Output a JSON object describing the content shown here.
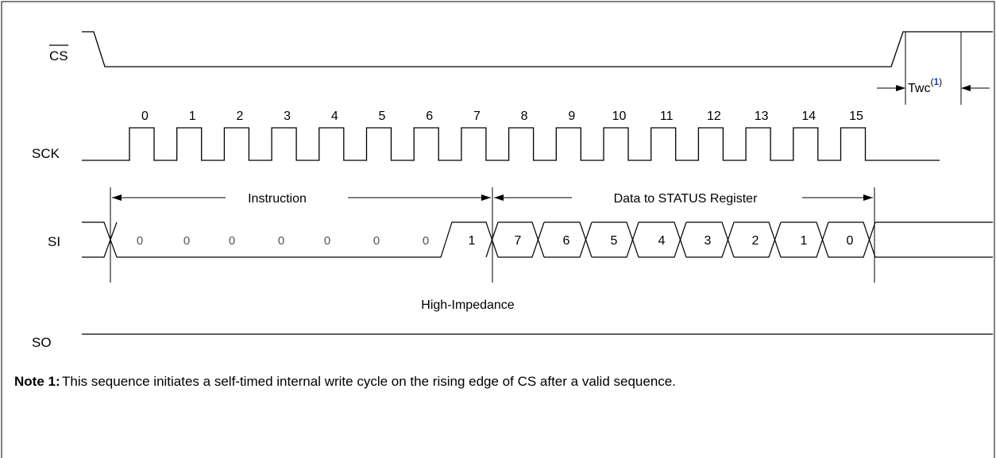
{
  "signals": {
    "cs": "CS",
    "sck": "SCK",
    "si": "SI",
    "so": "SO"
  },
  "clock_numbers": [
    "0",
    "1",
    "2",
    "3",
    "4",
    "5",
    "6",
    "7",
    "8",
    "9",
    "10",
    "11",
    "12",
    "13",
    "14",
    "15"
  ],
  "segments": {
    "instruction": "Instruction",
    "data": "Data to STATUS Register"
  },
  "instruction_bits": [
    "0",
    "0",
    "0",
    "0",
    "0",
    "0",
    "0",
    "1"
  ],
  "data_bits": [
    "7",
    "6",
    "5",
    "4",
    "3",
    "2",
    "1",
    "0"
  ],
  "so_state": "High-Impedance",
  "twc": {
    "label": "Twc",
    "ref": "1",
    "ref_open": "(",
    "ref_close": ")"
  },
  "note": {
    "label": "Note 1:",
    "text": "This sequence initiates a self-timed internal write cycle on the rising edge of CS after a valid sequence."
  },
  "colors": {
    "line": "#000000",
    "ref_link": "#1a3fd1"
  }
}
